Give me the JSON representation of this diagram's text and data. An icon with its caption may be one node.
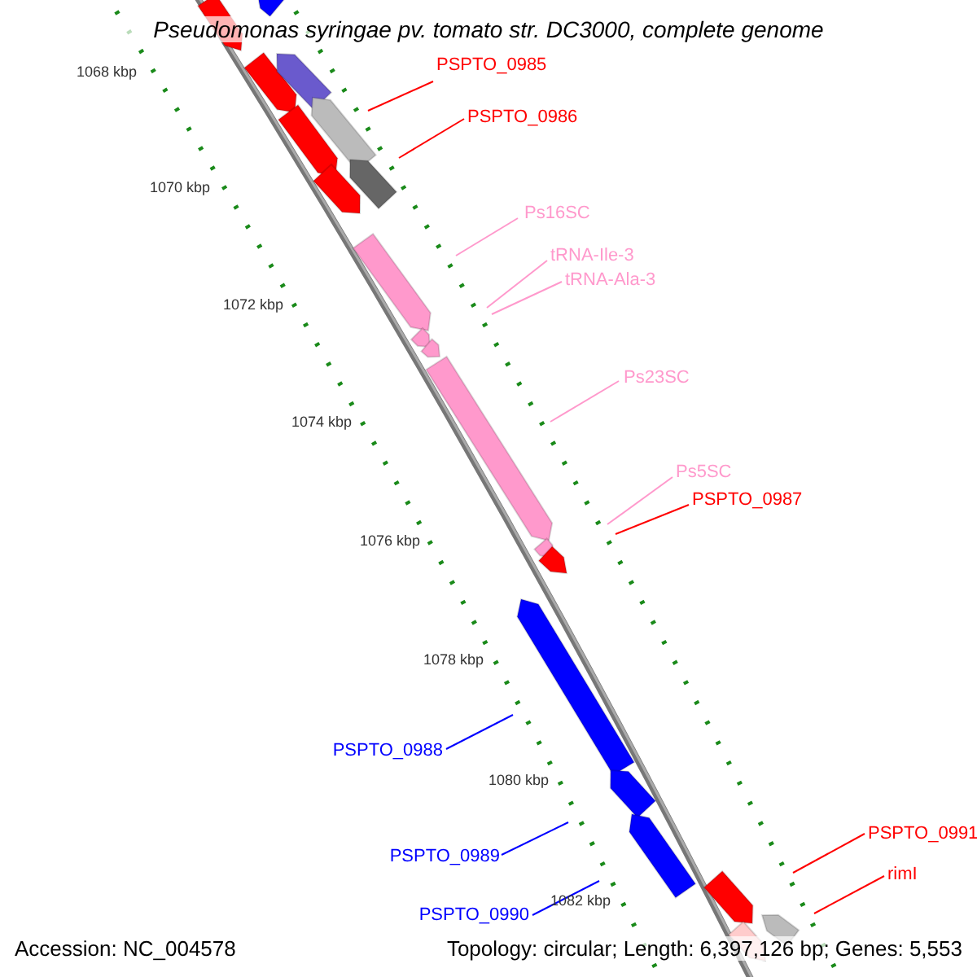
{
  "diagram": {
    "title": "Pseudomonas syringae pv. tomato str. DC3000, complete genome",
    "nodes": [
      {
        "text": [
          "PSPTO_0985"
        ]
      },
      {
        "text": [
          "PSPTO_0986"
        ]
      },
      {
        "text": [
          "Ps16SC"
        ]
      },
      {
        "text": [
          "tRNA-Ile-3"
        ]
      },
      {
        "text": [
          "tRNA-Ala-3"
        ]
      },
      {
        "text": [
          "Ps23SC"
        ]
      },
      {
        "text": [
          "Ps5SC"
        ]
      },
      {
        "text": [
          "PSPTO_0987"
        ]
      },
      {
        "text": [
          "PSPTO_0988"
        ]
      },
      {
        "text": [
          "PSPTO_0989"
        ]
      },
      {
        "text": [
          "PSPTO_0990"
        ]
      },
      {
        "text": [
          "PSPTO_0991"
        ]
      },
      {
        "text": [
          "rimI"
        ]
      }
    ],
    "edges": [
      {
        "from": 0,
        "to": null,
        "arrow": "none",
        "color": "#ff0000"
      },
      {
        "from": 1,
        "to": null,
        "arrow": "none",
        "color": "#ff0000"
      },
      {
        "from": 2,
        "to": null,
        "arrow": "none",
        "color": "#ff99cc"
      },
      {
        "from": 3,
        "to": null,
        "arrow": "none",
        "color": "#ff99cc"
      },
      {
        "from": 4,
        "to": null,
        "arrow": "none",
        "color": "#ff99cc"
      },
      {
        "from": 5,
        "to": null,
        "arrow": "none",
        "color": "#ff99cc"
      },
      {
        "from": 6,
        "to": null,
        "arrow": "none",
        "color": "#ff99cc"
      },
      {
        "from": 7,
        "to": null,
        "arrow": "none",
        "color": "#ff0000"
      },
      {
        "from": 8,
        "to": null,
        "arrow": "none",
        "color": "#0000ff"
      },
      {
        "from": 9,
        "to": null,
        "arrow": "none",
        "color": "#0000ff"
      },
      {
        "from": 10,
        "to": null,
        "arrow": "none",
        "color": "#0000ff"
      },
      {
        "from": 11,
        "to": null,
        "arrow": "none",
        "color": "#ff0000"
      },
      {
        "from": 12,
        "to": null,
        "arrow": "none",
        "color": "#ff0000"
      }
    ],
    "labels": [
      "1068 kbp",
      "1070 kbp",
      "1072 kbp",
      "1074 kbp",
      "1076 kbp",
      "1078 kbp",
      "1080 kbp",
      "1082 kbp",
      "Accession: NC_004578",
      "Topology: circular; Length: 6,397,126 bp; Genes: 5,553"
    ]
  }
}
